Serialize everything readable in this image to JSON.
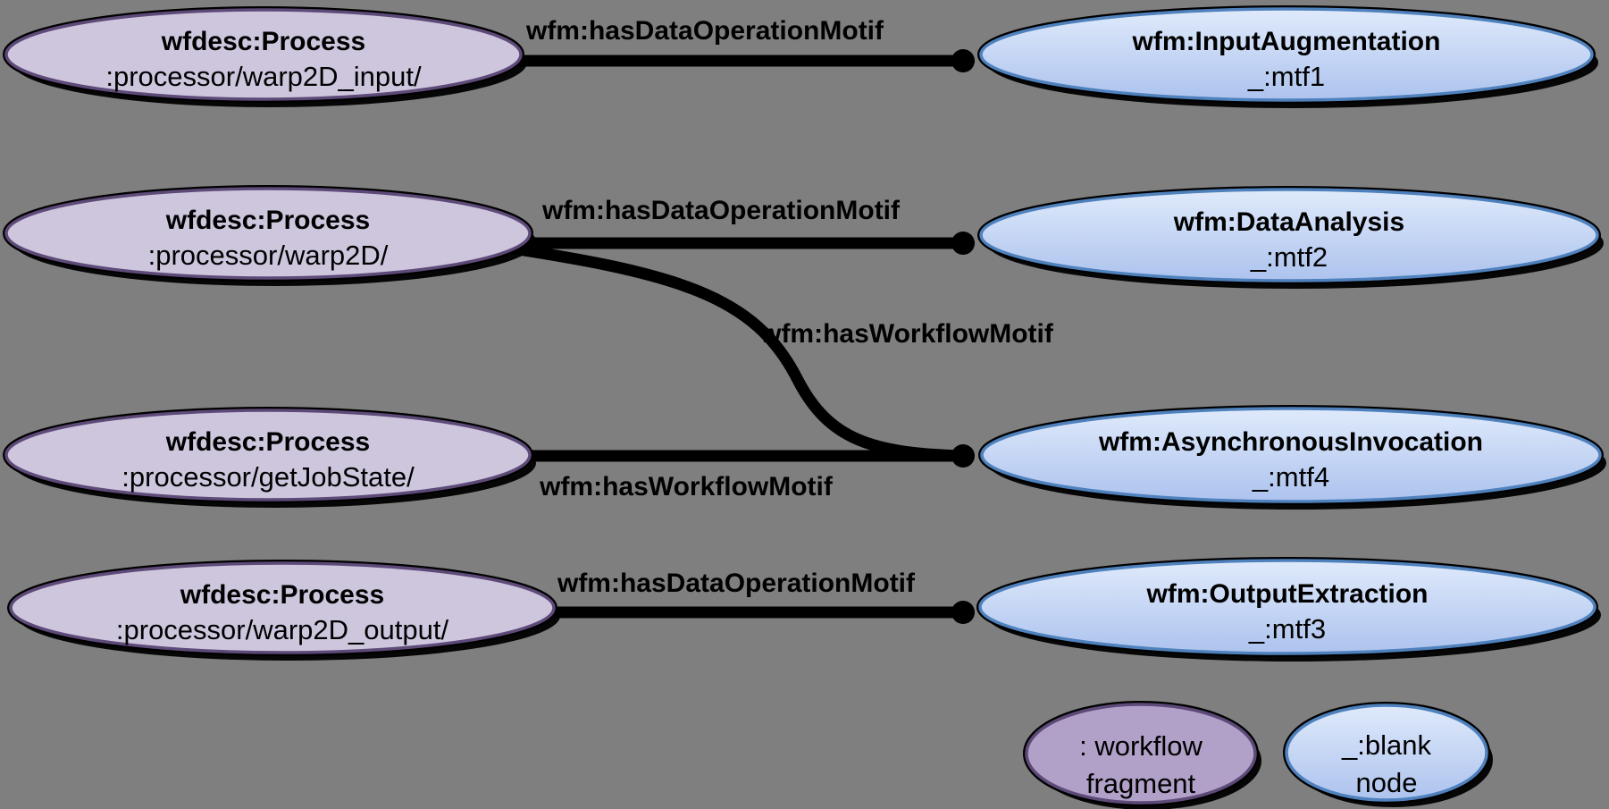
{
  "diagram": {
    "title": "RDF workflow motif annotation graph",
    "colors": {
      "background": "#7f7f7f",
      "edge": "#000000",
      "process_fill": "#cdc6dd",
      "process_stroke": "#5d4a78",
      "motif_stroke": "#4f81bd",
      "motif_fill_top": "#dfeafb",
      "motif_fill_bottom": "#adc3ee",
      "legend_fragment_fill": "#b1a0c7",
      "text": "#000000"
    },
    "nodes": {
      "processes": [
        {
          "title": "wfdesc:Process",
          "subtitle": ":processor/warp2D_input/"
        },
        {
          "title": "wfdesc:Process",
          "subtitle": ":processor/warp2D/"
        },
        {
          "title": "wfdesc:Process",
          "subtitle": ":processor/getJobState/"
        },
        {
          "title": "wfdesc:Process",
          "subtitle": ":processor/warp2D_output/"
        }
      ],
      "motifs": [
        {
          "title": "wfm:InputAugmentation",
          "subtitle": "_:mtf1"
        },
        {
          "title": "wfm:DataAnalysis",
          "subtitle": "_:mtf2"
        },
        {
          "title": "wfm:AsynchronousInvocation",
          "subtitle": "_:mtf4"
        },
        {
          "title": "wfm:OutputExtraction",
          "subtitle": "_:mtf3"
        }
      ]
    },
    "edges": [
      {
        "label": "wfm:hasDataOperationMotif",
        "from": ":processor/warp2D_input/",
        "to": "_:mtf1",
        "shape": "straight"
      },
      {
        "label": "wfm:hasDataOperationMotif",
        "from": ":processor/warp2D/",
        "to": "_:mtf2",
        "shape": "straight"
      },
      {
        "label": "wfm:hasWorkflowMotif",
        "from": ":processor/warp2D/",
        "to": "_:mtf4",
        "shape": "curved"
      },
      {
        "label": "wfm:hasWorkflowMotif",
        "from": ":processor/getJobState/",
        "to": "_:mtf4",
        "shape": "straight"
      },
      {
        "label": "wfm:hasDataOperationMotif",
        "from": ":processor/warp2D_output/",
        "to": "_:mtf3",
        "shape": "straight"
      }
    ],
    "legend": [
      {
        "line1": ": workflow",
        "line2": "fragment",
        "meaning": "workflow fragment"
      },
      {
        "line1": "_:blank",
        "line2": "node",
        "meaning": "blank node"
      }
    ]
  }
}
